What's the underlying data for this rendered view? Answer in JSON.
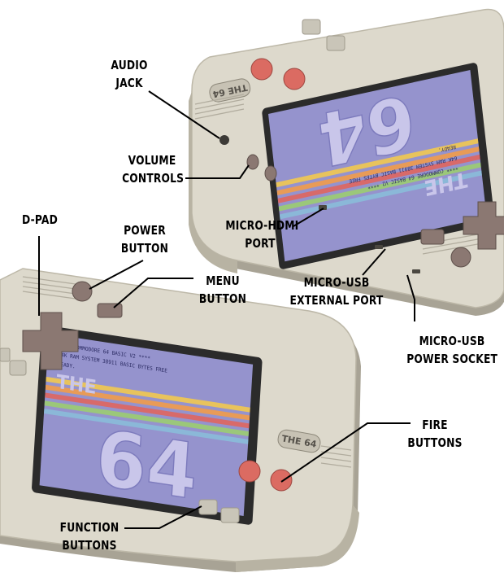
{
  "callouts": [
    {
      "id": "audio-jack",
      "lines": [
        "AUDIO",
        "JACK"
      ]
    },
    {
      "id": "volume-controls",
      "lines": [
        "VOLUME",
        "CONTROLS"
      ]
    },
    {
      "id": "micro-hdmi-port",
      "lines": [
        "MICRO-HDMI",
        "PORT"
      ]
    },
    {
      "id": "micro-usb-external-port",
      "lines": [
        "MICRO-USB",
        "EXTERNAL PORT"
      ]
    },
    {
      "id": "micro-usb-power-socket",
      "lines": [
        "MICRO-USB",
        "POWER SOCKET"
      ]
    },
    {
      "id": "d-pad",
      "lines": [
        "D-PAD"
      ]
    },
    {
      "id": "power-button",
      "lines": [
        "POWER",
        "BUTTON"
      ]
    },
    {
      "id": "menu-button",
      "lines": [
        "MENU",
        "BUTTON"
      ]
    },
    {
      "id": "fire-buttons",
      "lines": [
        "FIRE",
        "BUTTONS"
      ]
    },
    {
      "id": "function-buttons",
      "lines": [
        "FUNCTION",
        "BUTTONS"
      ]
    }
  ],
  "device": {
    "logo_text": "THE 64",
    "screen_title_a": "THE",
    "screen_title_b": "64",
    "colors": {
      "body": "#ddd9cc",
      "body_edge": "#b9b4a5",
      "bezel": "#2b2b2b",
      "screen": "#9593cd",
      "screen_text": "#2a2a62",
      "logo_letters": "#c9c6ea",
      "fire_button": "#db6b62",
      "dpad": "#8b7872",
      "stripe_1": "#e8c35c",
      "stripe_2": "#e89b57",
      "stripe_3": "#d86a6a",
      "stripe_4": "#9bc77a",
      "stripe_5": "#8bb8d8"
    }
  }
}
